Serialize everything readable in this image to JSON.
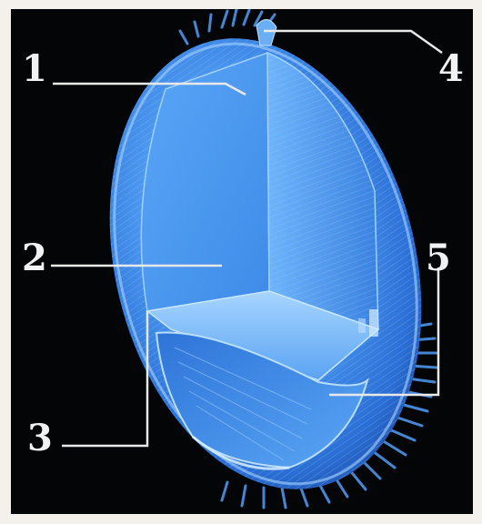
{
  "figure": {
    "colors": {
      "background": "#040506",
      "frame": "#f4f1ec",
      "cell_body": "#3f8ff0",
      "cell_light": "#8cc6ff",
      "label_text": "#f2f2f2",
      "leader_line": "#e8e8e8"
    },
    "labels": [
      {
        "id": "1",
        "text": "1"
      },
      {
        "id": "2",
        "text": "2"
      },
      {
        "id": "3",
        "text": "3"
      },
      {
        "id": "4",
        "text": "4"
      },
      {
        "id": "5",
        "text": "5"
      }
    ]
  }
}
